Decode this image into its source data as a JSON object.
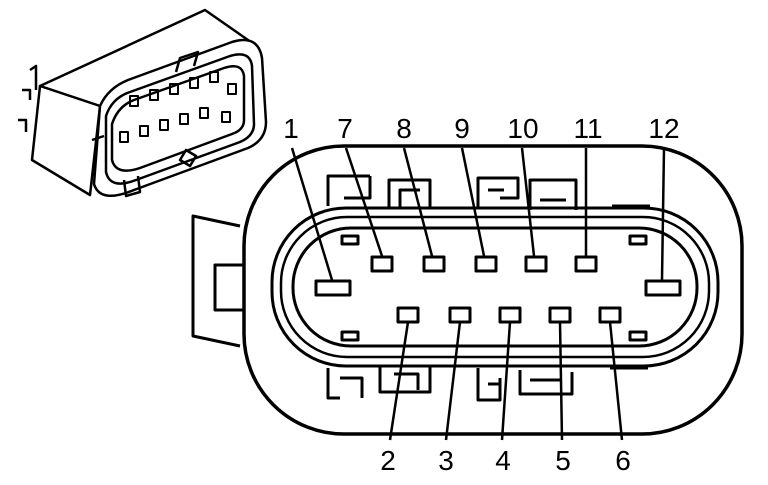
{
  "pin_labels": {
    "top": [
      "1",
      "7",
      "8",
      "9",
      "10",
      "11",
      "12"
    ],
    "bottom": [
      "2",
      "3",
      "4",
      "5",
      "6"
    ]
  },
  "colors": {
    "ink": "#000000",
    "paper": "#ffffff"
  }
}
